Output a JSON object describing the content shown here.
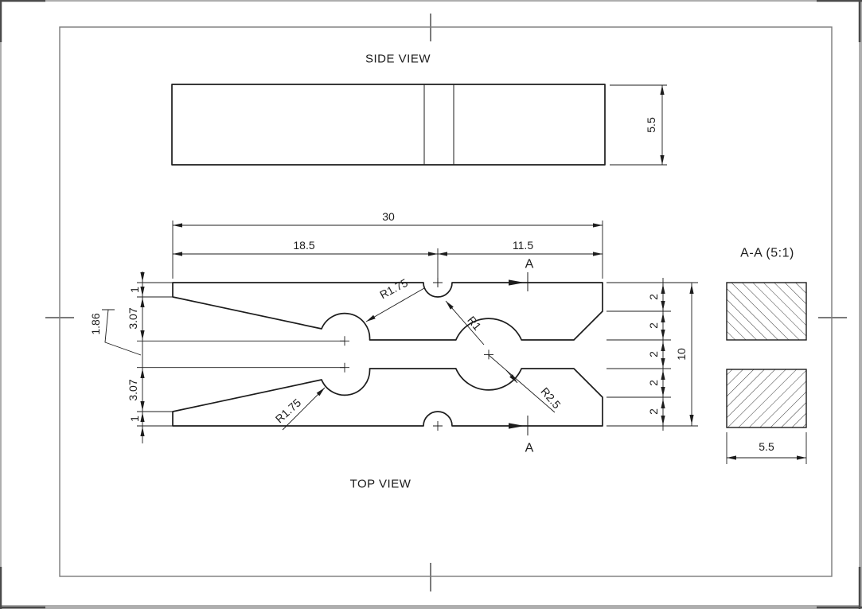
{
  "sheet": {
    "type": "cad-engineering-drawing",
    "colors": {
      "background": "#ffffff",
      "line": "#1c1c1c",
      "frame": "#7b7b7b",
      "page_edge": "#aeaeae",
      "corner_mark": "#4a4a4a"
    }
  },
  "side_view": {
    "title": "SIDE VIEW",
    "dim_thickness": "5.5"
  },
  "top_view": {
    "title": "TOP VIEW",
    "dim_length": "30",
    "dim_left_segment": "18.5",
    "dim_right_segment": "11.5",
    "dim_width": "10",
    "dim_bands": [
      "2",
      "2",
      "2",
      "2",
      "2"
    ],
    "dim_left_stack": [
      "1",
      "3.07",
      "1.86",
      "3.07",
      "1"
    ],
    "radius_labels": {
      "upper": "R1.75",
      "notch": "R1",
      "pivot": "R2.5",
      "lower": "R1.75"
    },
    "section_marker": "A"
  },
  "section_view": {
    "title": "A-A (5:1)",
    "dim_width": "5.5"
  }
}
